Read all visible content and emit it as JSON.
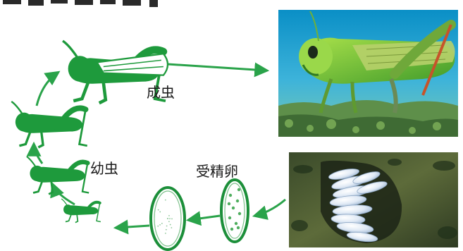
{
  "labels": {
    "adult": "成虫",
    "nymph": "幼虫",
    "fertilized_egg": "受精卵"
  },
  "colors": {
    "grasshopper_green": "#1e9a3c",
    "arrow_green": "#2aa34a",
    "egg_outline": "#1c8f3a"
  },
  "icons": [
    "adult-grasshopper-silhouette",
    "nymph-silhouette",
    "egg-icon",
    "adult-grasshopper-photo",
    "egg-cluster-photo"
  ]
}
